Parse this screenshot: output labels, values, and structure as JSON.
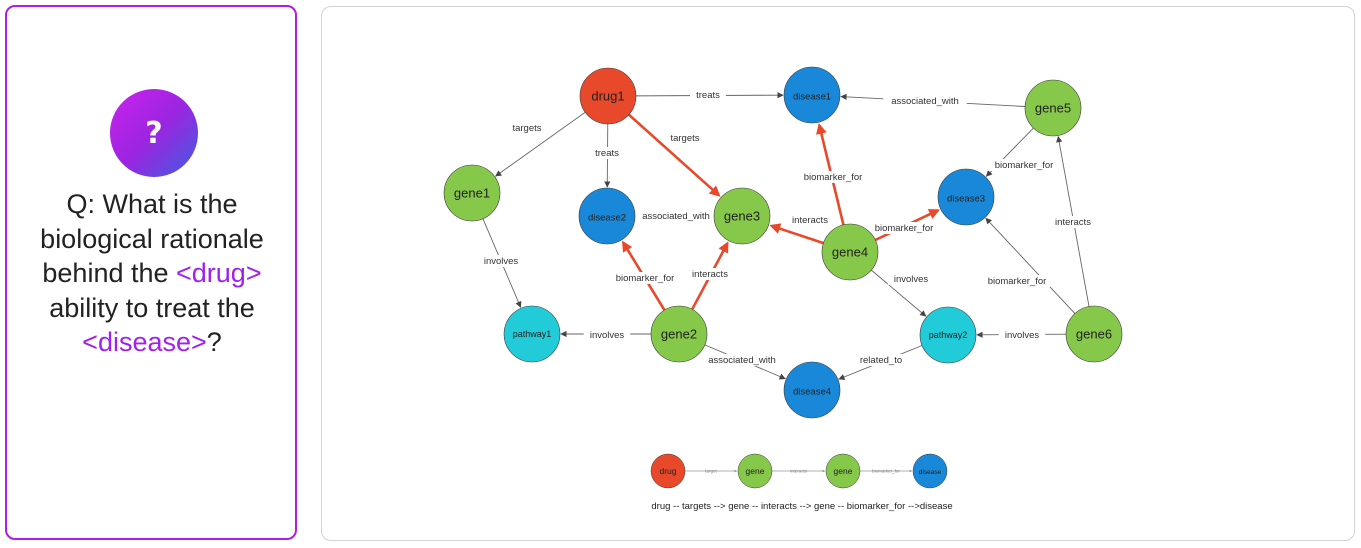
{
  "question": {
    "icon": "question-mark-icon",
    "icon_glyph": "?",
    "text_part1": "Q: What is the biological rationale behind the ",
    "drug_token": "<drug>",
    "text_part2": " ability to treat the ",
    "disease_token": "<disease>",
    "text_part3": "?"
  },
  "colors": {
    "drug": "#e8492a",
    "gene": "#86c84a",
    "disease": "#1a88d8",
    "pathway": "#22cbd8",
    "highlight_edge": "#e8492a",
    "accent": "#a020f0"
  },
  "graph": {
    "nodes": [
      {
        "id": "drug1",
        "label": "drug1",
        "type": "drug"
      },
      {
        "id": "disease1",
        "label": "disease1",
        "type": "disease"
      },
      {
        "id": "gene5",
        "label": "gene5",
        "type": "gene"
      },
      {
        "id": "gene1",
        "label": "gene1",
        "type": "gene"
      },
      {
        "id": "disease2",
        "label": "disease2",
        "type": "disease"
      },
      {
        "id": "gene3",
        "label": "gene3",
        "type": "gene"
      },
      {
        "id": "gene4",
        "label": "gene4",
        "type": "gene"
      },
      {
        "id": "disease3",
        "label": "disease3",
        "type": "disease"
      },
      {
        "id": "pathway1",
        "label": "pathway1",
        "type": "pathway"
      },
      {
        "id": "gene2",
        "label": "gene2",
        "type": "gene"
      },
      {
        "id": "pathway2",
        "label": "pathway2",
        "type": "pathway"
      },
      {
        "id": "gene6",
        "label": "gene6",
        "type": "gene"
      },
      {
        "id": "disease4",
        "label": "disease4",
        "type": "disease"
      }
    ],
    "edges": [
      {
        "from": "drug1",
        "to": "disease1",
        "label": "treats",
        "highlight": false
      },
      {
        "from": "drug1",
        "to": "gene1",
        "label": "targets",
        "highlight": false
      },
      {
        "from": "drug1",
        "to": "disease2",
        "label": "treats",
        "highlight": false
      },
      {
        "from": "drug1",
        "to": "gene3",
        "label": "targets",
        "highlight": true
      },
      {
        "from": "gene5",
        "to": "disease1",
        "label": "associated_with",
        "highlight": false
      },
      {
        "from": "gene3",
        "to": "disease2",
        "label": "associated_with",
        "highlight": false
      },
      {
        "from": "gene4",
        "to": "gene3",
        "label": "interacts",
        "highlight": true
      },
      {
        "from": "gene4",
        "to": "disease1",
        "label": "biomarker_for",
        "highlight": true
      },
      {
        "from": "gene4",
        "to": "disease3",
        "label": "biomarker_for",
        "highlight": true
      },
      {
        "from": "gene5",
        "to": "disease3",
        "label": "biomarker_for",
        "highlight": false
      },
      {
        "from": "gene6",
        "to": "gene5",
        "label": "interacts",
        "highlight": false
      },
      {
        "from": "gene6",
        "to": "disease3",
        "label": "biomarker_for",
        "highlight": false
      },
      {
        "from": "gene1",
        "to": "pathway1",
        "label": "involves",
        "highlight": false
      },
      {
        "from": "gene2",
        "to": "disease2",
        "label": "biomarker_for",
        "highlight": true
      },
      {
        "from": "gene2",
        "to": "gene3",
        "label": "interacts",
        "highlight": true
      },
      {
        "from": "gene2",
        "to": "pathway1",
        "label": "involves",
        "highlight": false
      },
      {
        "from": "gene2",
        "to": "disease4",
        "label": "associated_with",
        "highlight": false
      },
      {
        "from": "gene4",
        "to": "pathway2",
        "label": "involves",
        "highlight": false
      },
      {
        "from": "gene6",
        "to": "pathway2",
        "label": "involves",
        "highlight": false
      },
      {
        "from": "pathway2",
        "to": "disease4",
        "label": "related_to",
        "highlight": false
      }
    ]
  },
  "legend": {
    "nodes": [
      {
        "label": "drug",
        "type": "drug"
      },
      {
        "label": "gene",
        "type": "gene"
      },
      {
        "label": "gene",
        "type": "gene"
      },
      {
        "label": "disease",
        "type": "disease"
      }
    ],
    "edges": [
      "target",
      "interacts",
      "biomarker_for"
    ],
    "caption": "drug -- targets --> gene -- interacts --> gene -- biomarker_for -->disease"
  }
}
